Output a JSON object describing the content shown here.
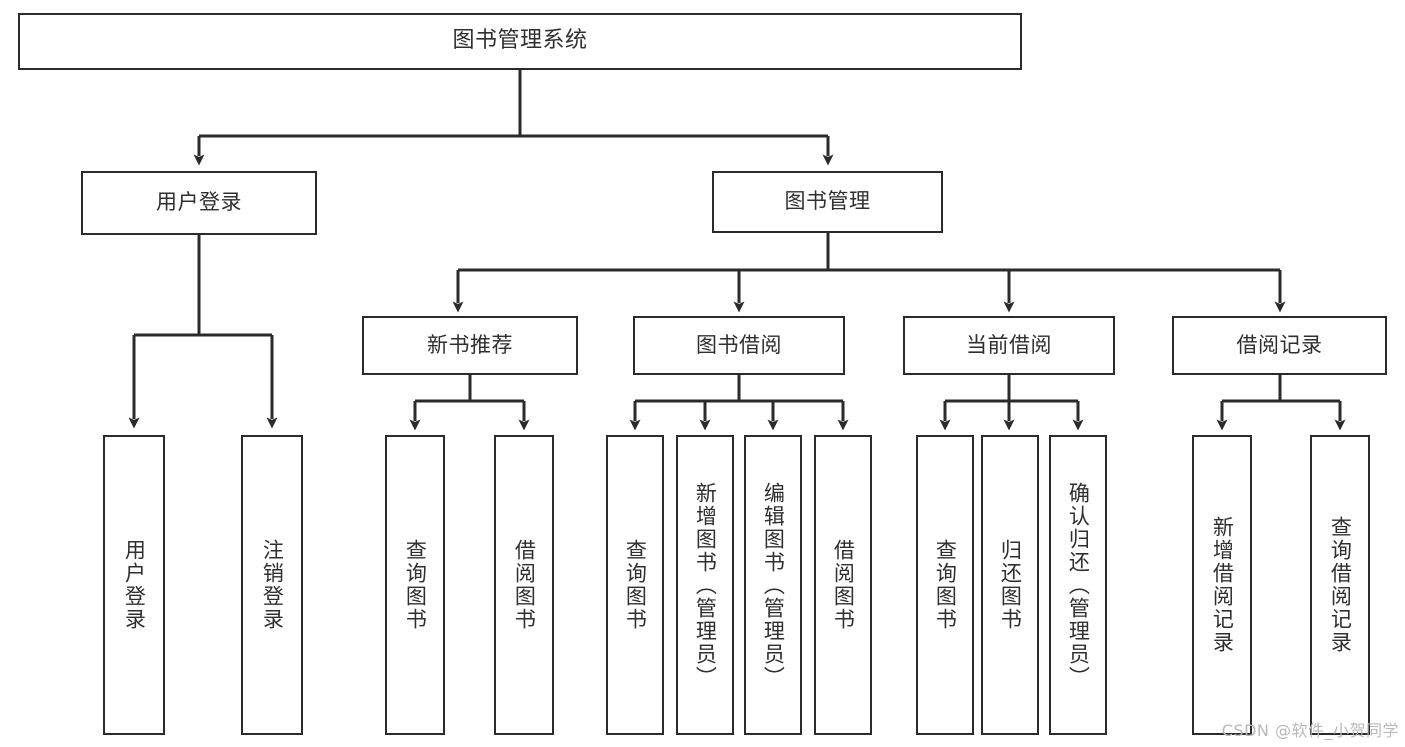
{
  "diagram": {
    "title": "图书管理系统",
    "type": "tree-hierarchy",
    "colors": {
      "background": "#ffffff",
      "stroke": "#2b2b2b",
      "text": "#2f2f2f",
      "watermark": "#b9b9b9"
    },
    "root": {
      "label": "图书管理系统"
    },
    "level2": [
      {
        "label": "用户登录"
      },
      {
        "label": "图书管理"
      }
    ],
    "level3": [
      {
        "label": "新书推荐"
      },
      {
        "label": "图书借阅"
      },
      {
        "label": "当前借阅"
      },
      {
        "label": "借阅记录"
      }
    ],
    "leaves": {
      "user_login": [
        {
          "label": "用户登录"
        },
        {
          "label": "注销登录"
        }
      ],
      "new_book": [
        {
          "label": "查询图书"
        },
        {
          "label": "借阅图书"
        }
      ],
      "book_borrow": [
        {
          "label": "查询图书"
        },
        {
          "label": "新增图书（管理员）"
        },
        {
          "label": "编辑图书（管理员）"
        },
        {
          "label": "借阅图书"
        }
      ],
      "current_borrow": [
        {
          "label": "查询图书"
        },
        {
          "label": "归还图书"
        },
        {
          "label": "确认归还（管理员）"
        }
      ],
      "borrow_record": [
        {
          "label": "新增借阅记录"
        },
        {
          "label": "查询借阅记录"
        }
      ]
    },
    "watermark": "CSDN @软件_小贺同学"
  }
}
